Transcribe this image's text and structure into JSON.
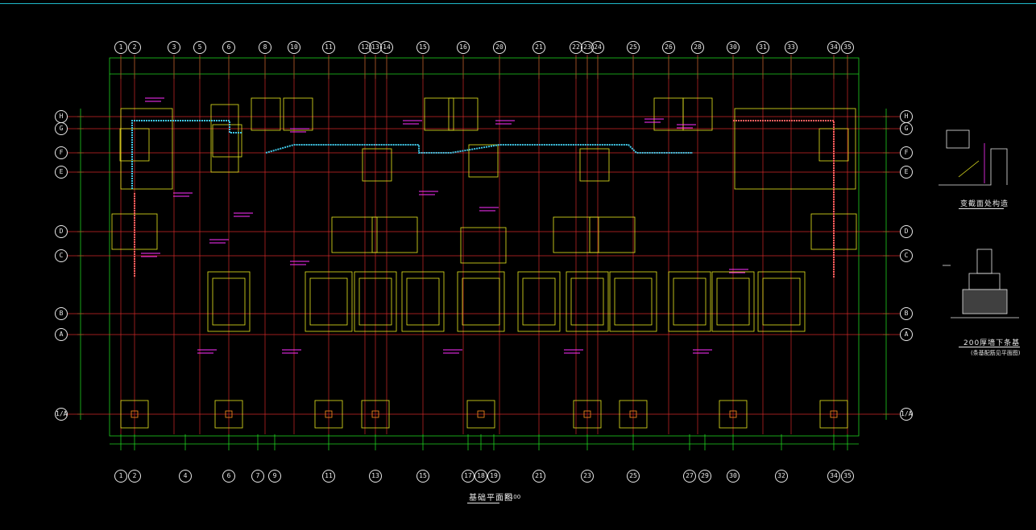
{
  "drawing": {
    "title": "基础平面图",
    "scale": "1:100",
    "detail_1_title": "变截面处构造",
    "detail_2_title": "200厚墙下条基",
    "detail_2_subtitle": "(条基配筋见平面图)"
  },
  "axes": {
    "top": [
      "1",
      "2",
      "3",
      "5",
      "6",
      "8",
      "10",
      "11",
      "12",
      "13",
      "14",
      "15",
      "16",
      "20",
      "21",
      "22",
      "23",
      "24",
      "25",
      "26",
      "28",
      "30",
      "31",
      "33",
      "34",
      "35"
    ],
    "bottom": [
      "1",
      "2",
      "4",
      "6",
      "7",
      "9",
      "11",
      "13",
      "15",
      "17",
      "18",
      "19",
      "21",
      "23",
      "25",
      "27",
      "29",
      "30",
      "32",
      "34",
      "35"
    ],
    "left": [
      "H",
      "G",
      "F",
      "E",
      "D",
      "C",
      "B",
      "A",
      "1/A"
    ],
    "right": [
      "H",
      "G",
      "F",
      "E",
      "D",
      "C",
      "B",
      "A",
      "1/A"
    ]
  },
  "colors": {
    "background": "#000000",
    "axis_line": "#e03030",
    "dimension": "#20d020",
    "footing": "#e8e820",
    "annotation": "#ff30ff",
    "wall_hatch": "#40c8e8",
    "text": "#e8e8e8"
  }
}
